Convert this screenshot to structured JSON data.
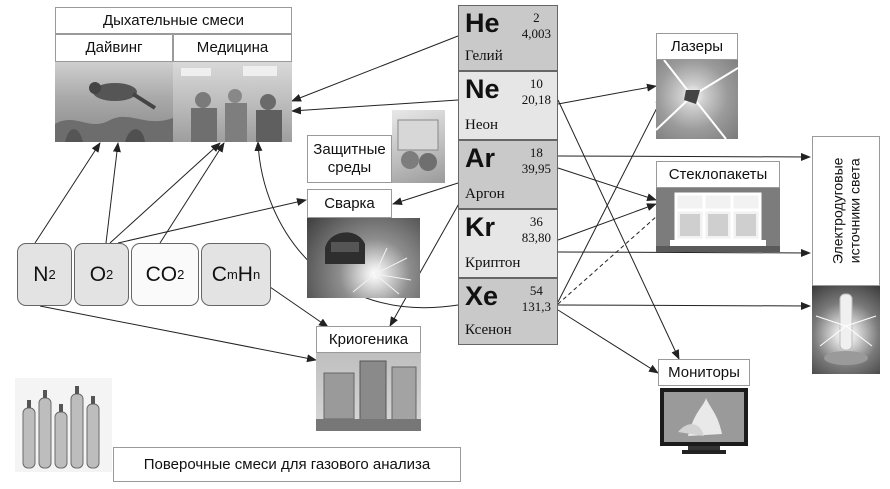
{
  "breathing": {
    "title": "Дыхательные смеси",
    "diving": "Дайвинг",
    "medicine": "Медицина"
  },
  "protective": "Защитные среды",
  "welding": "Сварка",
  "cryogenics": "Криогеника",
  "calibration": "Поверочные смеси для газового анализа",
  "lasers": "Лазеры",
  "glazing": "Стеклопакеты",
  "monitors": "Мониторы",
  "arc_lamps": "Электродуговые источники света",
  "gases": [
    {
      "base": "N",
      "sub": "2",
      "base2": "",
      "sub2": ""
    },
    {
      "base": "O",
      "sub": "2",
      "base2": "",
      "sub2": ""
    },
    {
      "base": "CO",
      "sub": "2",
      "base2": "",
      "sub2": ""
    },
    {
      "base": "C",
      "sub": "m",
      "base2": "H",
      "sub2": "n"
    }
  ],
  "elements": [
    {
      "symbol": "He",
      "number": "2",
      "mass": "4,003",
      "name": "Гелий"
    },
    {
      "symbol": "Ne",
      "number": "10",
      "mass": "20,18",
      "name": "Неон"
    },
    {
      "symbol": "Ar",
      "number": "18",
      "mass": "39,95",
      "name": "Аргон"
    },
    {
      "symbol": "Kr",
      "number": "36",
      "mass": "83,80",
      "name": "Криптон"
    },
    {
      "symbol": "Xe",
      "number": "54",
      "mass": "131,3",
      "name": "Ксенон"
    }
  ],
  "colors": {
    "element_fill": "#c9c9c9",
    "element_fill_light": "#e6e6e6",
    "arrow": "#222222",
    "border": "#9a9a9a"
  }
}
